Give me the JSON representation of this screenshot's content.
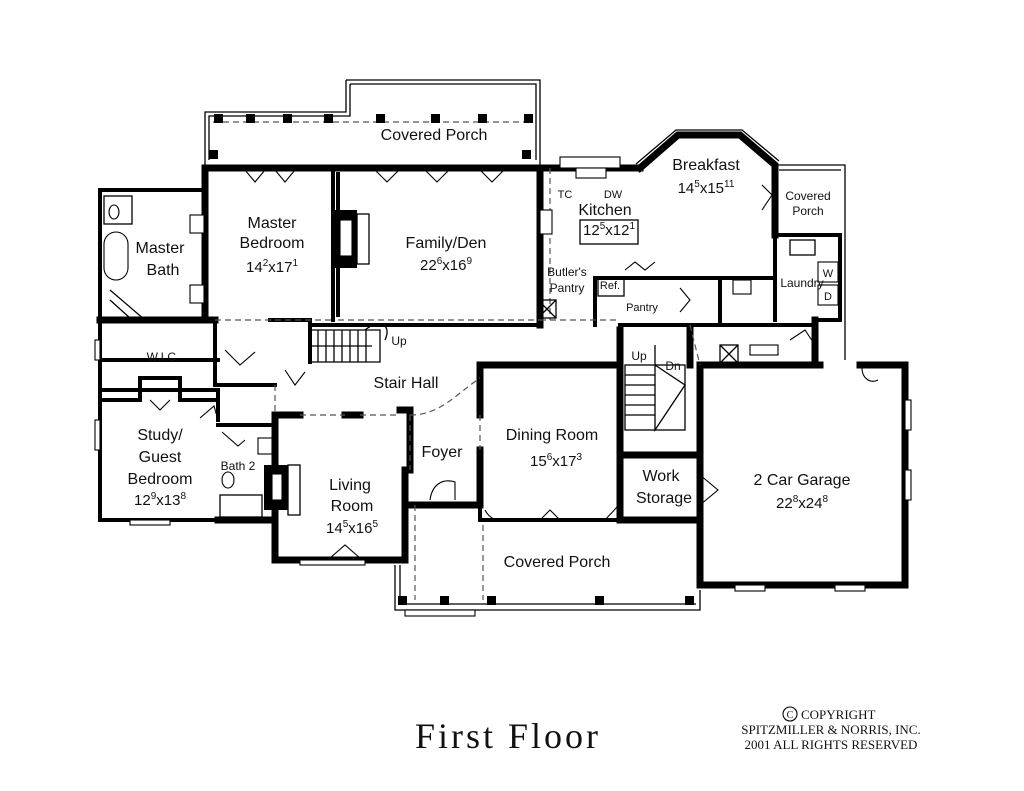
{
  "title": "First Floor",
  "copyright": {
    "line1": "COPYRIGHT",
    "line2": "SPITZMILLER & NORRIS, INC.",
    "line3": "2001 ALL RIGHTS RESERVED"
  },
  "rooms": {
    "covered_porch_rear": {
      "name": "Covered Porch"
    },
    "breakfast": {
      "name": "Breakfast",
      "w": "14",
      "wi": "5",
      "d": "15",
      "di": "11"
    },
    "covered_porch_side": {
      "line1": "Covered",
      "line2": "Porch"
    },
    "master_bath": {
      "line1": "Master",
      "line2": "Bath"
    },
    "master_bedroom": {
      "line1": "Master",
      "line2": "Bedroom",
      "w": "14",
      "wi": "2",
      "d": "17",
      "di": "1"
    },
    "family_den": {
      "name": "Family/Den",
      "w": "22",
      "wi": "6",
      "d": "16",
      "di": "9"
    },
    "kitchen": {
      "name": "Kitchen",
      "w": "12",
      "wi": "5",
      "d": "12",
      "di": "1"
    },
    "butlers_pantry": {
      "line1": "Butler's",
      "line2": "Pantry"
    },
    "wic": {
      "name": "W.I.C."
    },
    "stair_hall": {
      "name": "Stair Hall"
    },
    "study": {
      "line1": "Study/",
      "line2": "Guest",
      "line3": "Bedroom",
      "w": "12",
      "wi": "9",
      "d": "13",
      "di": "8"
    },
    "bath2": {
      "name": "Bath 2"
    },
    "living": {
      "line1": "Living",
      "line2": "Room",
      "w": "14",
      "wi": "5",
      "d": "16",
      "di": "5"
    },
    "foyer": {
      "name": "Foyer"
    },
    "dining": {
      "name": "Dining Room",
      "w": "15",
      "wi": "6",
      "d": "17",
      "di": "3"
    },
    "work_storage": {
      "line1": "Work",
      "line2": "Storage"
    },
    "garage": {
      "name": "2 Car Garage",
      "w": "22",
      "wi": "8",
      "d": "24",
      "di": "8"
    },
    "covered_porch_front": {
      "name": "Covered Porch"
    }
  },
  "labels": {
    "up1": "Up",
    "up2": "Up",
    "dn": "Dn",
    "tc": "TC",
    "dw": "DW",
    "ref": "Ref.",
    "pantry": "Pantry",
    "laundry": "Laundry",
    "washer": "W",
    "dryer": "D"
  }
}
